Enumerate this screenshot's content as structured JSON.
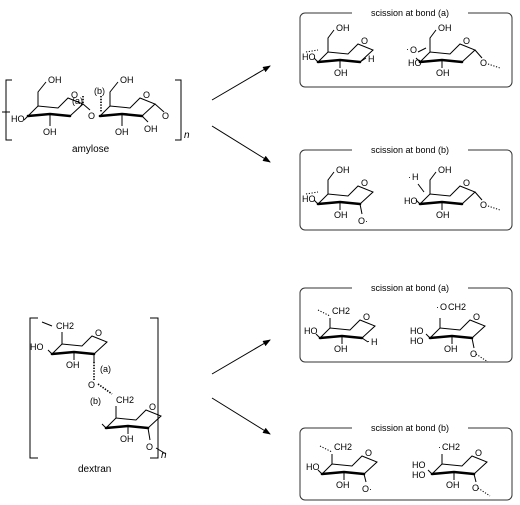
{
  "amylose": {
    "name": "amylose",
    "repeat": "n",
    "bond_a": "(a)",
    "bond_b": "(b)",
    "oh": "OH",
    "ho": "HO",
    "o": "O"
  },
  "dextran": {
    "name": "dextran",
    "repeat": "n",
    "bond_a": "(a)",
    "bond_b": "(b)",
    "ch2": "CH2",
    "oh": "OH",
    "ho": "HO",
    "o": "O"
  },
  "products": [
    {
      "title": "scission at bond (a)"
    },
    {
      "title": "scission at bond (b)"
    },
    {
      "title": "scission at bond (a)"
    },
    {
      "title": "scission at bond (b)"
    }
  ],
  "atoms": {
    "h": "H",
    "o": "O",
    "radical": "·"
  }
}
